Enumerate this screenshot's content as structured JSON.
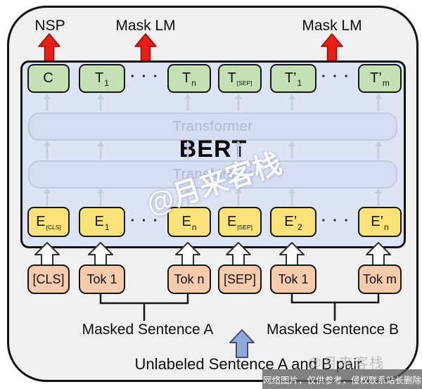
{
  "diagram": {
    "title": "BERT",
    "top_labels": [
      "NSP",
      "Mask LM",
      "Mask LM"
    ],
    "transformer_label": "Transformer",
    "dots": "· · ·",
    "output_row": [
      {
        "base": "C",
        "sub": ""
      },
      {
        "base": "T",
        "sub": "1"
      },
      {
        "base": "T",
        "sub": "n"
      },
      {
        "base": "T",
        "sub": "[SEP]"
      },
      {
        "base": "T’",
        "sub": "1"
      },
      {
        "base": "T’",
        "sub": "m"
      }
    ],
    "embedding_row": [
      {
        "base": "E",
        "sub": "[CLS]"
      },
      {
        "base": "E",
        "sub": "1"
      },
      {
        "base": "E",
        "sub": "n"
      },
      {
        "base": "E",
        "sub": "[SEP]"
      },
      {
        "base": "E’",
        "sub": "2"
      },
      {
        "base": "E’",
        "sub": "n"
      }
    ],
    "input_row": [
      "[CLS]",
      "Tok 1",
      "Tok n",
      "[SEP]",
      "Tok 1",
      "Tok m"
    ],
    "bottom_labels": {
      "sentence_a": "Masked Sentence A",
      "sentence_b": "Masked Sentence B",
      "unlabeled": "Unlabeled Sentence A and B pair"
    }
  },
  "watermarks": {
    "center": "@月来客栈",
    "bottom": "@月来客栈",
    "notice": "网络图片，仅供参考，侵权联系站长删除"
  },
  "colors": {
    "outer_bg": "#f0f0f0",
    "bert_box_bg": "#dde4f6",
    "transformer_bar_bg": "#d6ddf1",
    "transformer_bar_border": "#c3cbe2",
    "transformer_text": "#b1bacf",
    "green_box": "#c5e0b4",
    "yellow_box": "#fbe377",
    "orange_box": "#f8cbad",
    "red_arrow": "#ec1c16",
    "red_arrow_border": "#8f1008",
    "faint_arrow": "#c6cde0",
    "white_arrow_fill": "#fbfbfb",
    "arrow_outline": "#2e2e2e",
    "blue_arrow": "#8faadc",
    "blue_arrow_border": "#44506b",
    "notice_bg": "rgba(92,92,92,0.75)"
  }
}
